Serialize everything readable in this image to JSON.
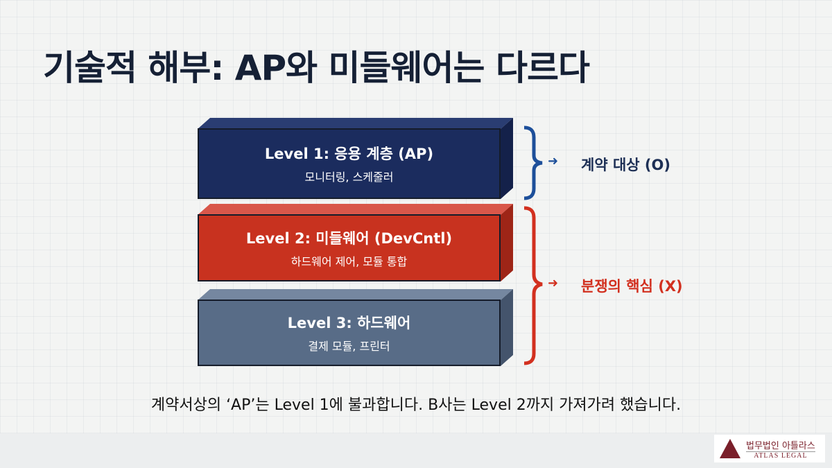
{
  "title": "기술적 해부: AP와 미들웨어는 다르다",
  "levels": [
    {
      "heading": "Level 1: 응용 계층 (AP)",
      "sub": "모니터링, 스케줄러",
      "color": "#1b2c5e"
    },
    {
      "heading": "Level 2: 미들웨어 (DevCntl)",
      "sub": "하드웨어 제어, 모듈 통합",
      "color": "#c8321f"
    },
    {
      "heading": "Level 3: 하드웨어",
      "sub": "결제 모듈, 프린터",
      "color": "#586c87"
    }
  ],
  "labels": {
    "contract": "계약 대상 (O)",
    "dispute": "분쟁의 핵심 (X)"
  },
  "caption": "계약서상의 ‘AP’는 Level 1에 불과합니다. B사는 Level 2까지 가져가려 했습니다.",
  "logo": {
    "korean": "법무법인 아틀라스",
    "english": "ATLAS LEGAL"
  },
  "colors": {
    "blue": "#1d4f9a",
    "red": "#d2301f"
  }
}
